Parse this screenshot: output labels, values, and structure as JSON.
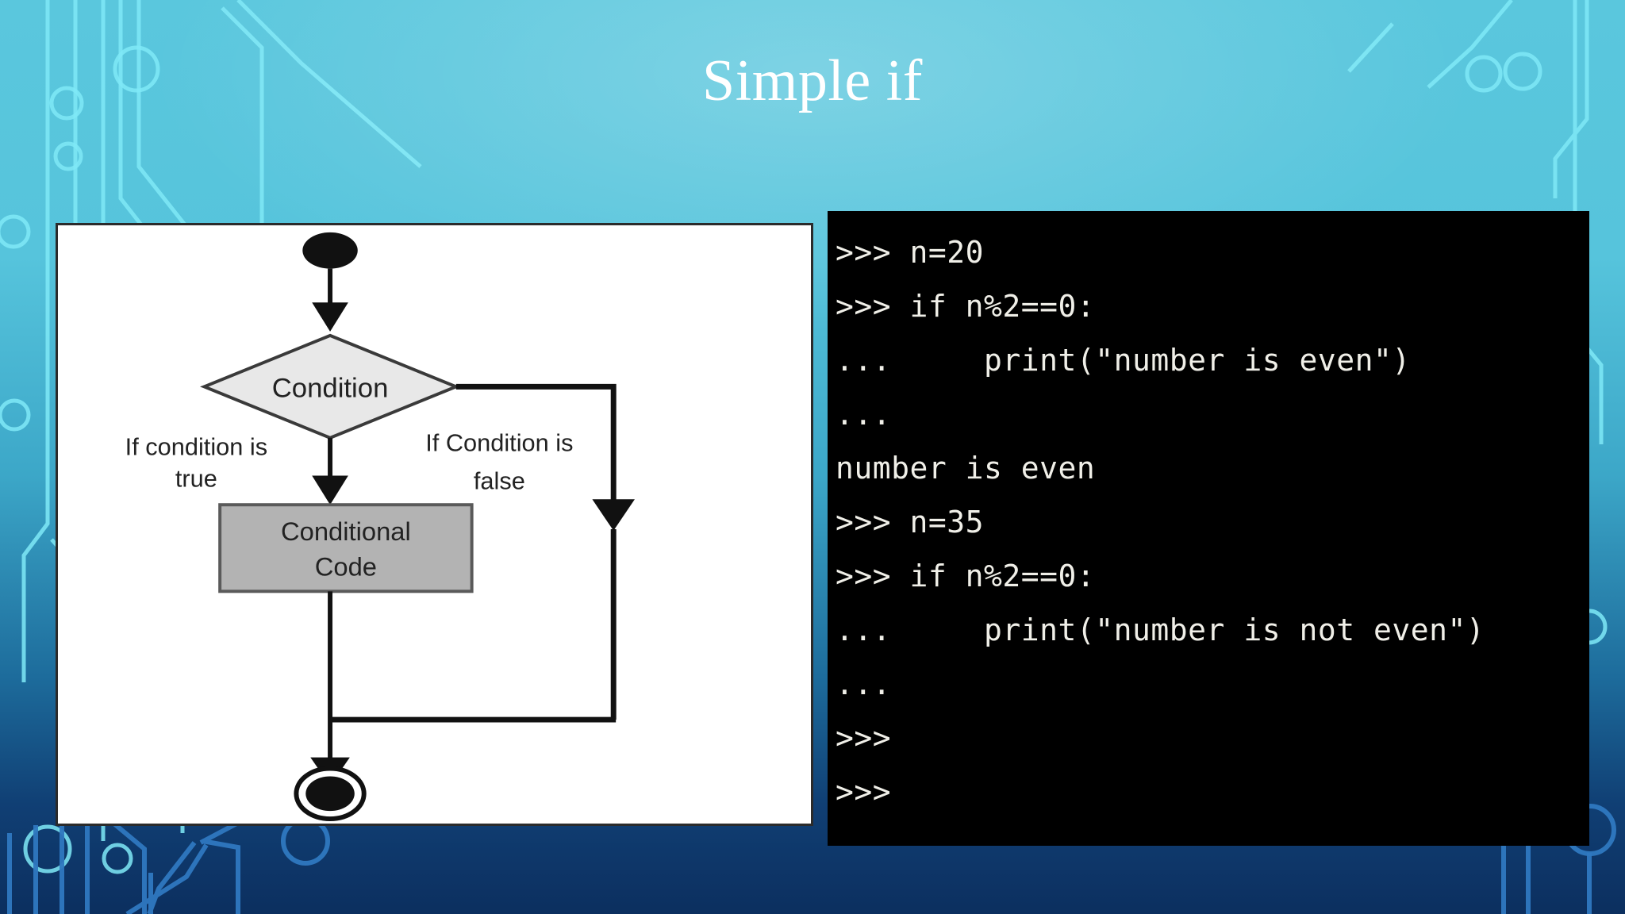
{
  "slide": {
    "title": "Simple if",
    "background": {
      "top_color": "#5ac7dd",
      "bottom_color": "#0c2f5f",
      "circuit_trace_color_top": "#7fe9f7",
      "circuit_trace_color_bottom": "#2d6fb5"
    }
  },
  "diagram": {
    "panel_bg": "#ffffff",
    "panel_border": "#2b2b2b",
    "start_node": "filled-black-ellipse",
    "end_node": "filled-black-circle-in-ring",
    "decision": {
      "label": "Condition",
      "fill": "#e8e8e8",
      "stroke": "#3a3a3a"
    },
    "process": {
      "line1": "Conditional",
      "line2": "Code",
      "fill": "#b3b3b3",
      "stroke": "#5a5a5a"
    },
    "true_branch_label": {
      "line1": "If condition is",
      "line2": "true"
    },
    "false_branch_label": {
      "line1": "If Condition is",
      "line2": "false"
    }
  },
  "terminal": {
    "bg": "#000000",
    "fg": "#f0efe8",
    "lines": [
      ">>> n=20",
      ">>> if n%2==0:",
      "...     print(\"number is even\")",
      "...",
      "number is even",
      ">>> n=35",
      ">>> if n%2==0:",
      "...     print(\"number is not even\")",
      "...",
      ">>>",
      ">>>"
    ]
  }
}
